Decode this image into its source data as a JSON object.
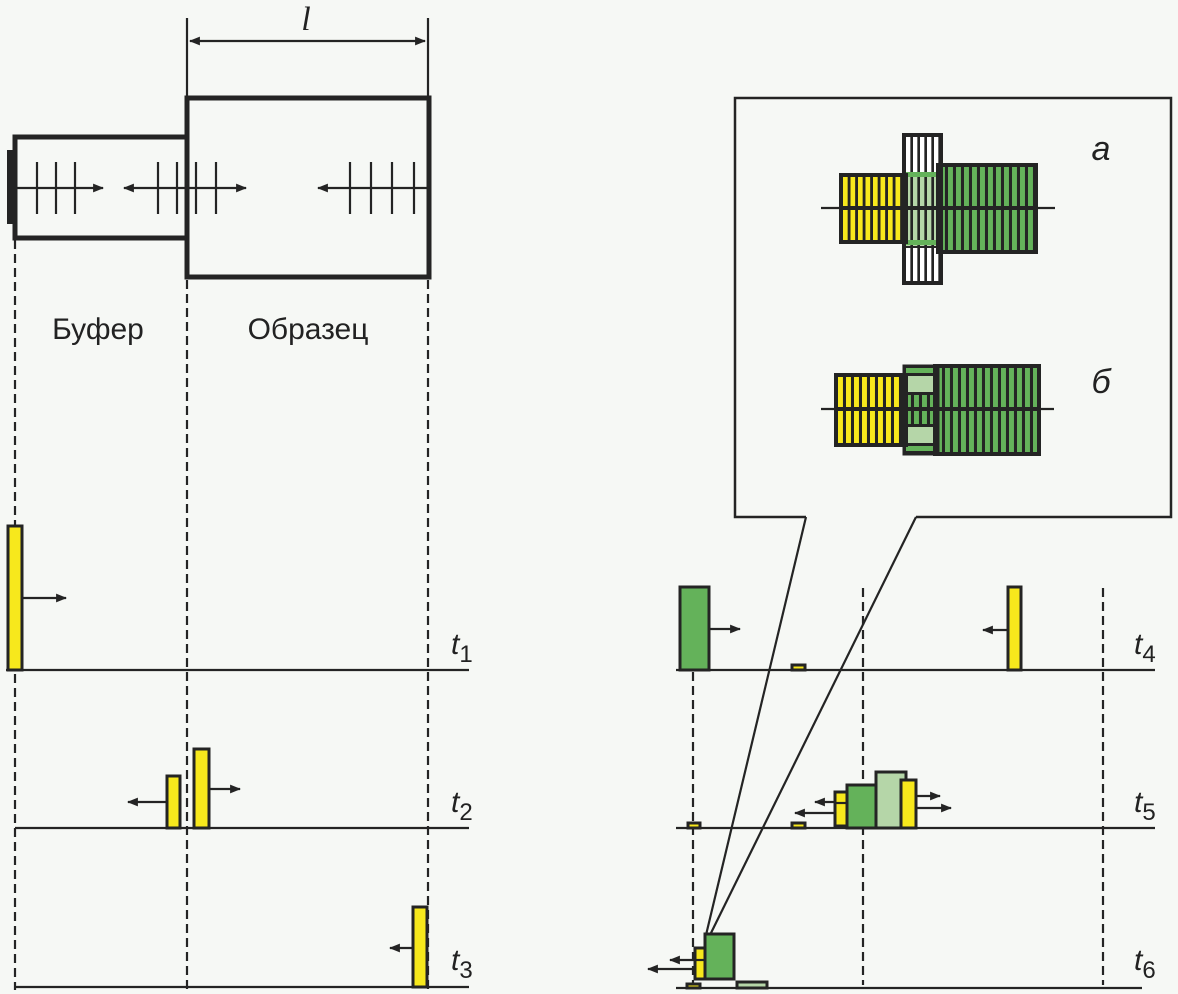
{
  "labels": {
    "length": "l",
    "buffer": "Буфер",
    "sample": "Образец",
    "inset_a": "а",
    "inset_b": "б"
  },
  "time_labels": [
    {
      "t": "t",
      "sub": "1"
    },
    {
      "t": "t",
      "sub": "2"
    },
    {
      "t": "t",
      "sub": "3"
    },
    {
      "t": "t",
      "sub": "4"
    },
    {
      "t": "t",
      "sub": "5"
    },
    {
      "t": "t",
      "sub": "6"
    }
  ],
  "colors": {
    "background": "#f6f8f5",
    "stroke": "#242424",
    "yellow": "#f7e81c",
    "green": "#64b25a",
    "light_green": "#b5d6a8",
    "white": "#ffffff"
  }
}
